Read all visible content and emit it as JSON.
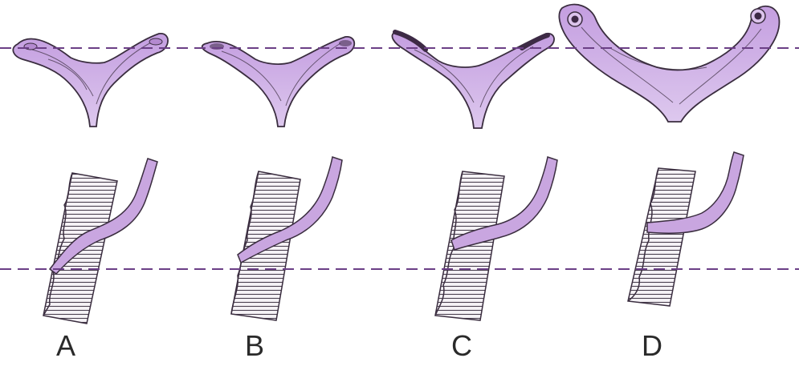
{
  "figure": {
    "panels": [
      {
        "label": "A"
      },
      {
        "label": "B"
      },
      {
        "label": "C"
      },
      {
        "label": "D"
      }
    ]
  },
  "colors": {
    "tissue_fill": "#c9a6e0",
    "tissue_light": "#dcc4ec",
    "outline": "#3a2d3f",
    "dark_edge": "#3d2a45",
    "reference_line": "#6b3f86",
    "hatch": "#4a4050"
  }
}
